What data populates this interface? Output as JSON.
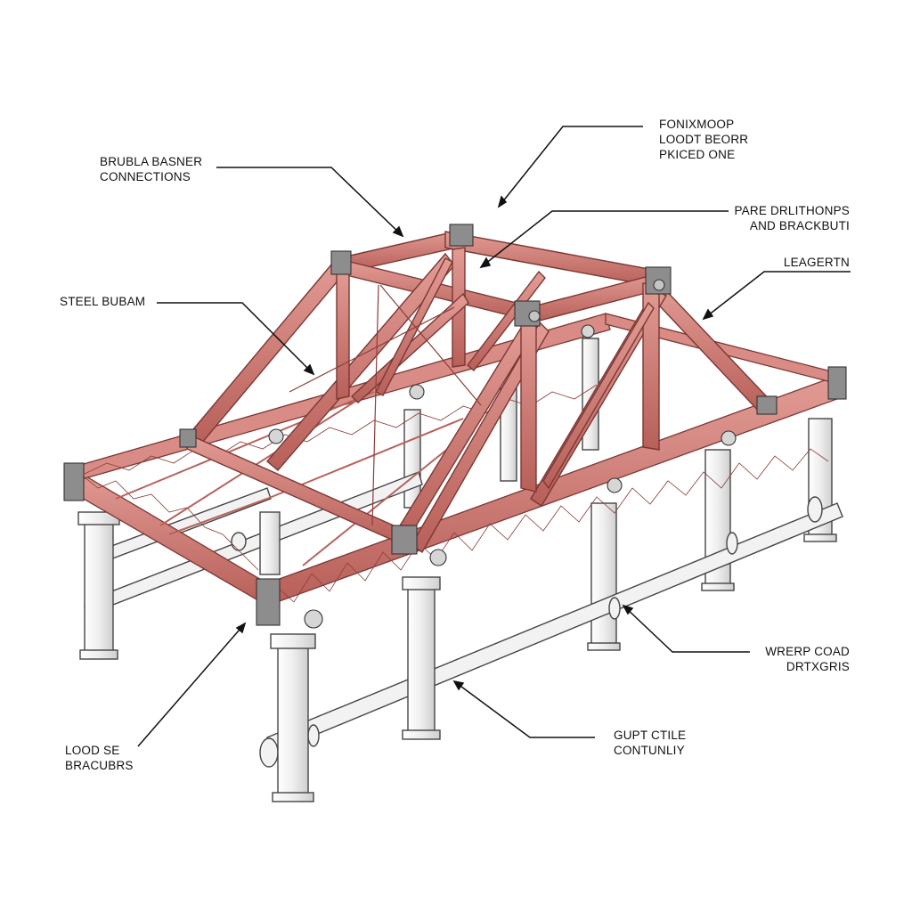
{
  "diagram": {
    "labels": {
      "top_center": [
        "FONIXMOOP",
        "LOODT BEORR",
        "PKICED ONE"
      ],
      "top_left": [
        "BRUBLA BASNER",
        "CONNECTIONS"
      ],
      "mid_right_upper": [
        "PARE DRLITHONPS",
        "AND BRACKBUTI"
      ],
      "mid_right": [
        "LEAGERTN"
      ],
      "mid_left": [
        "STEEL BUBAM"
      ],
      "bottom_right": [
        "WRERP COAD",
        "DRTXGRIS"
      ],
      "bottom_center": [
        "GUPT CTILE",
        "CONTUNLIY"
      ],
      "bottom_left": [
        "LOOD SE",
        "BRACUBRS"
      ]
    },
    "colors": {
      "steel": "#c8716c",
      "steel_dark": "#8a3e3a",
      "steel_light": "#e7a7a0",
      "support": "#f4f4f4",
      "support_line": "#4a4a4a",
      "leader": "#111111"
    }
  }
}
